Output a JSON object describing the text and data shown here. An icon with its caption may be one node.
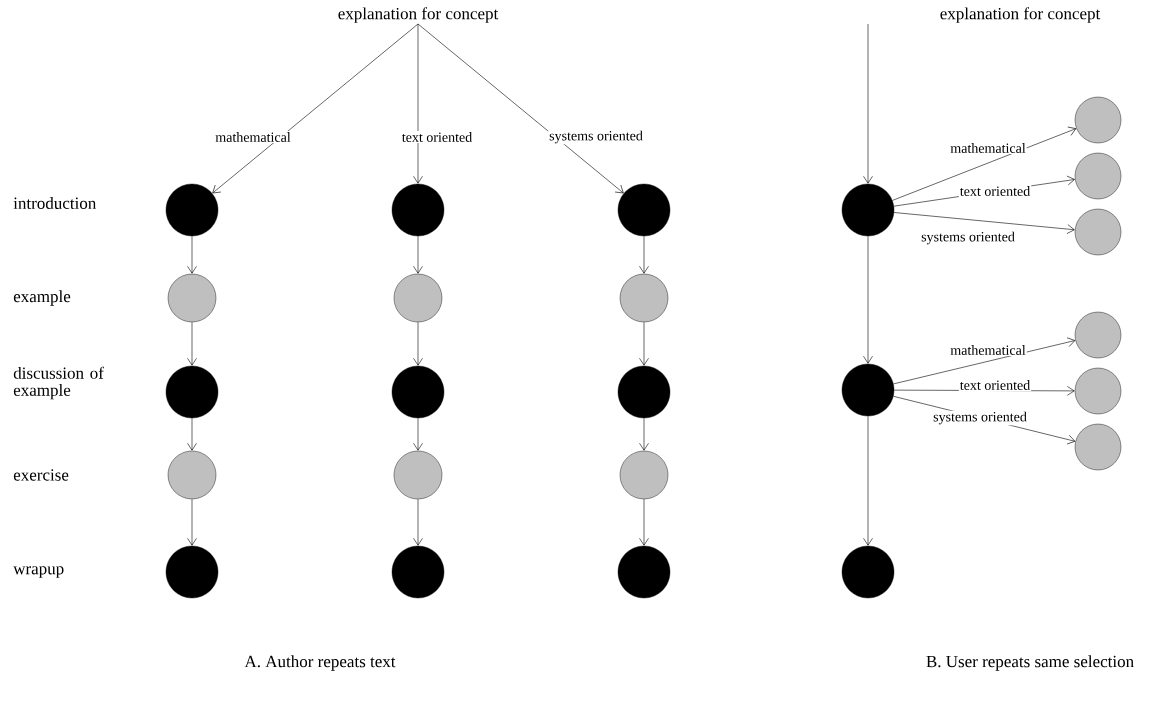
{
  "diagram": {
    "nodes": [
      {
        "text": [
          "explanation for concept"
        ]
      },
      {
        "text": [],
        "shape": "circle"
      },
      {
        "text": [],
        "shape": "circle"
      },
      {
        "text": [],
        "shape": "circle"
      },
      {
        "text": [],
        "shape": "circle"
      },
      {
        "text": [],
        "shape": "circle"
      },
      {
        "text": [],
        "shape": "circle"
      },
      {
        "text": [],
        "shape": "circle"
      },
      {
        "text": [],
        "shape": "circle"
      },
      {
        "text": [],
        "shape": "circle"
      },
      {
        "text": [],
        "shape": "circle"
      },
      {
        "text": [],
        "shape": "circle"
      },
      {
        "text": [],
        "shape": "circle"
      },
      {
        "text": [],
        "shape": "circle"
      },
      {
        "text": [],
        "shape": "circle"
      },
      {
        "text": [],
        "shape": "circle"
      },
      {
        "text": [
          "explanation for concept"
        ]
      },
      {
        "text": [],
        "shape": "circle"
      },
      {
        "text": [],
        "shape": "circle"
      },
      {
        "text": [],
        "shape": "circle"
      },
      {
        "text": [],
        "shape": "circle"
      },
      {
        "text": [],
        "shape": "circle"
      },
      {
        "text": [],
        "shape": "circle"
      },
      {
        "text": [],
        "shape": "circle"
      },
      {
        "text": [],
        "shape": "circle"
      },
      {
        "text": [],
        "shape": "circle"
      }
    ],
    "edges": [
      {
        "from": 0,
        "to": 1,
        "arrow": "to",
        "label": "mathematical"
      },
      {
        "from": 0,
        "to": 2,
        "arrow": "to",
        "label": "text oriented"
      },
      {
        "from": 0,
        "to": 3,
        "arrow": "to",
        "label": "systems oriented"
      },
      {
        "from": 1,
        "to": 4,
        "arrow": "to"
      },
      {
        "from": 4,
        "to": 7,
        "arrow": "to"
      },
      {
        "from": 7,
        "to": 10,
        "arrow": "to"
      },
      {
        "from": 10,
        "to": 13,
        "arrow": "to"
      },
      {
        "from": 2,
        "to": 5,
        "arrow": "to"
      },
      {
        "from": 5,
        "to": 8,
        "arrow": "to"
      },
      {
        "from": 8,
        "to": 11,
        "arrow": "to"
      },
      {
        "from": 11,
        "to": 14,
        "arrow": "to"
      },
      {
        "from": 3,
        "to": 6,
        "arrow": "to"
      },
      {
        "from": 6,
        "to": 9,
        "arrow": "to"
      },
      {
        "from": 9,
        "to": 12,
        "arrow": "to"
      },
      {
        "from": 12,
        "to": 15,
        "arrow": "to"
      },
      {
        "from": 16,
        "to": 17,
        "arrow": "to"
      },
      {
        "from": 17,
        "to": 18,
        "arrow": "to",
        "label": "mathematical"
      },
      {
        "from": 17,
        "to": 19,
        "arrow": "to",
        "label": "text oriented"
      },
      {
        "from": 17,
        "to": 20,
        "arrow": "to",
        "label": "systems oriented"
      },
      {
        "from": 17,
        "to": 21,
        "arrow": "to"
      },
      {
        "from": 21,
        "to": 22,
        "arrow": "to",
        "label": "mathematical"
      },
      {
        "from": 21,
        "to": 23,
        "arrow": "to",
        "label": "text oriented"
      },
      {
        "from": 21,
        "to": 24,
        "arrow": "to",
        "label": "systems oriented"
      },
      {
        "from": 21,
        "to": 25,
        "arrow": "to"
      }
    ],
    "labels": [
      "introduction",
      "example",
      "discussion of example",
      "exercise",
      "wrapup",
      "A. Author repeats text",
      "B. User repeats same selection"
    ]
  }
}
